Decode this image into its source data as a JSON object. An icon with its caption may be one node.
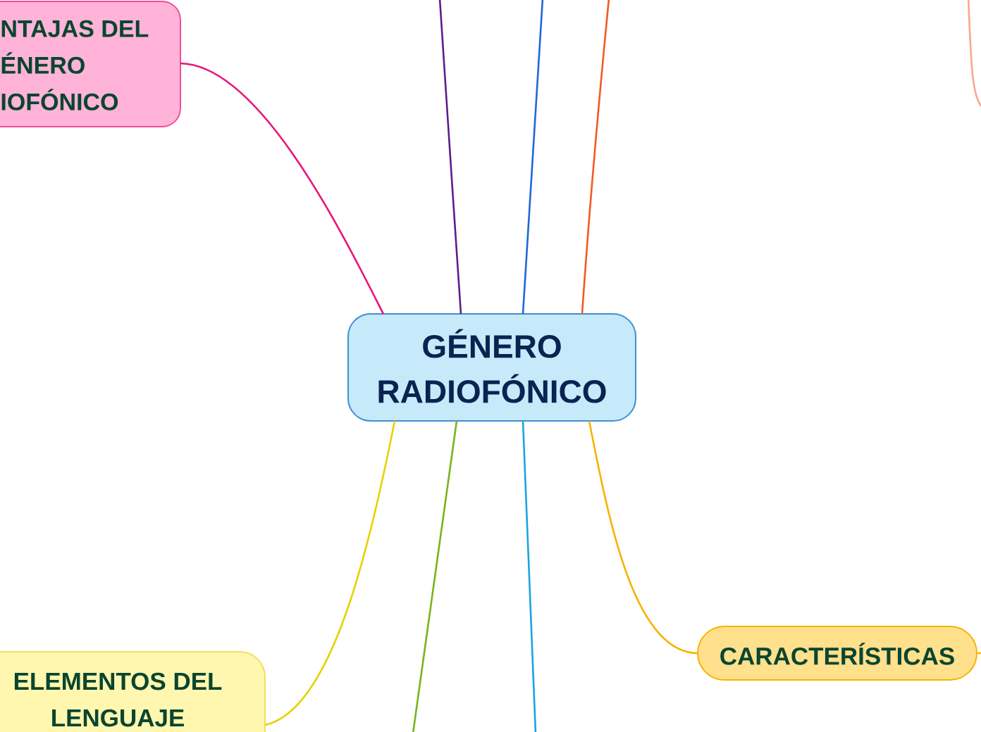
{
  "diagram": {
    "nodes": [
      {
        "text": [
          "NTAJAS DEL ÉNERO IOFÓNICO"
        ]
      },
      {
        "text": [
          "GÉNERO RADIOFÓNICO"
        ]
      },
      {
        "text": [
          "CARACTERÍSTICAS"
        ]
      },
      {
        "text": [
          "ELEMENTOS DEL LENGUAJE"
        ]
      }
    ],
    "edges": [
      {
        "from": 1,
        "to": 0,
        "arrow": "none",
        "color": "#e8157a"
      },
      {
        "from": 1,
        "to": null,
        "arrow": "none",
        "color": "#5b1d8f"
      },
      {
        "from": 1,
        "to": null,
        "arrow": "none",
        "color": "#1f6ad8"
      },
      {
        "from": 1,
        "to": null,
        "arrow": "none",
        "color": "#f15a24"
      },
      {
        "from": 1,
        "to": 3,
        "arrow": "none",
        "color": "#e6d200"
      },
      {
        "from": 1,
        "to": null,
        "arrow": "none",
        "color": "#79b41b"
      },
      {
        "from": 1,
        "to": null,
        "arrow": "none",
        "color": "#1ba4e2"
      },
      {
        "from": 1,
        "to": 2,
        "arrow": "none",
        "color": "#f6b400"
      },
      {
        "from": 2,
        "to": null,
        "arrow": "none",
        "color": "#f6b400"
      }
    ]
  }
}
